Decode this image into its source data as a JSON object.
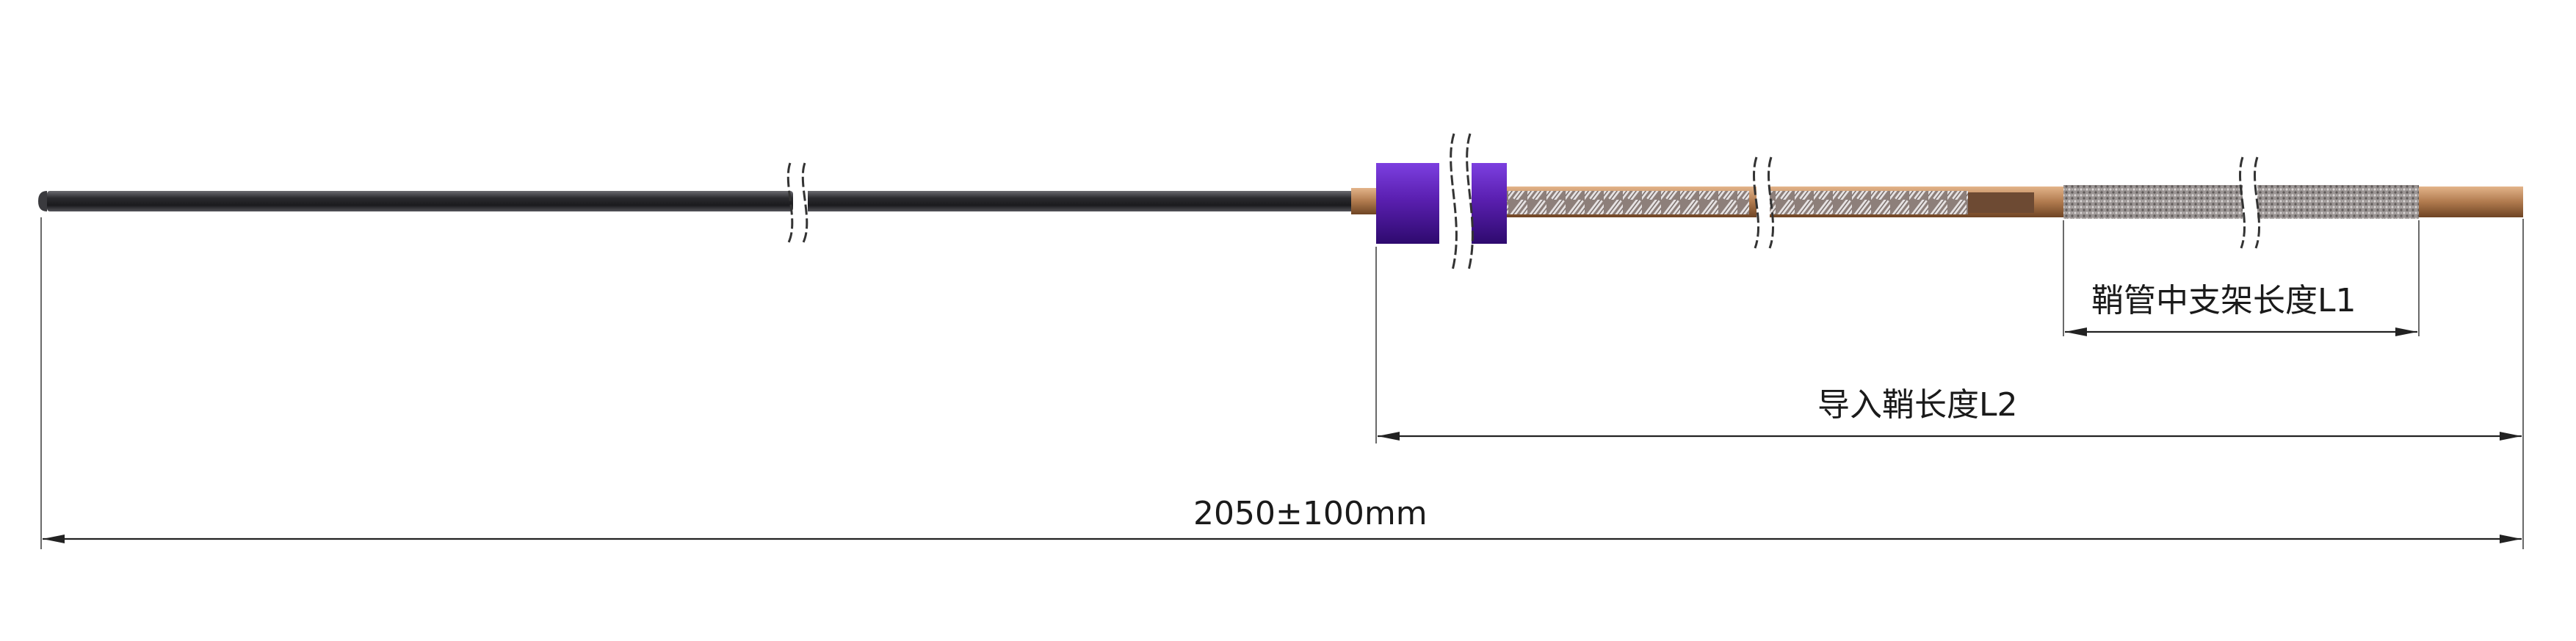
{
  "dimensions": {
    "total_length": "2050±100mm",
    "introducer_sheath_length": "导入鞘长度L2",
    "sheath_support_length": "鞘管中支架长度L1"
  },
  "colors": {
    "rod": "#2b2b2f",
    "hub": "#5a1fb0",
    "hub_dark": "#3b0d86",
    "braid_copper": "#b07a4e",
    "braid_wire": "#c9c4c4",
    "stent_mesh": "#8a8584",
    "dimension_line": "#222222"
  }
}
